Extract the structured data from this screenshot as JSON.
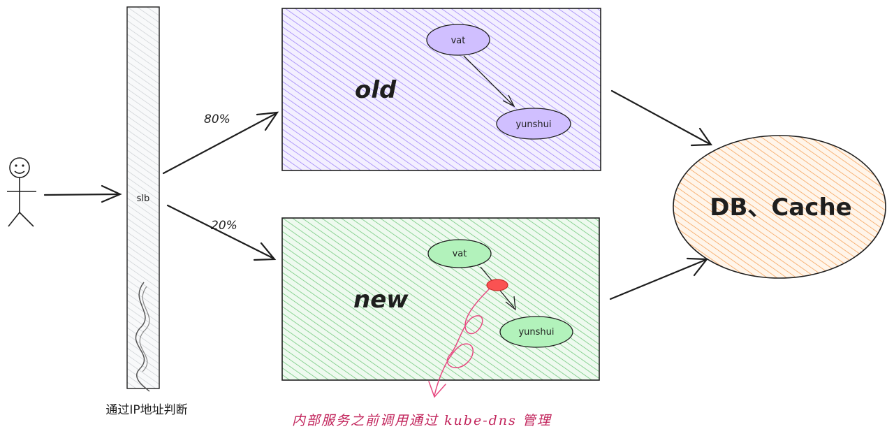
{
  "user": {
    "icon": "stick-figure-icon"
  },
  "slb": {
    "label": "slb",
    "note": "通过IP地址判断"
  },
  "routes": {
    "top_pct": "80%",
    "bottom_pct": "20%"
  },
  "old_box": {
    "title": "old",
    "service_a": "vat",
    "service_b": "yunshui",
    "fill": "#d0bfff"
  },
  "new_box": {
    "title": "new",
    "service_a": "vat",
    "service_b": "yunshui",
    "fill": "#b2f2bb"
  },
  "storage": {
    "label": "DB、Cache",
    "fill": "#ffd8a8"
  },
  "annotation": {
    "text": "内部服务之前调用通过 kube-dns 管理",
    "color": "#c2255c"
  }
}
